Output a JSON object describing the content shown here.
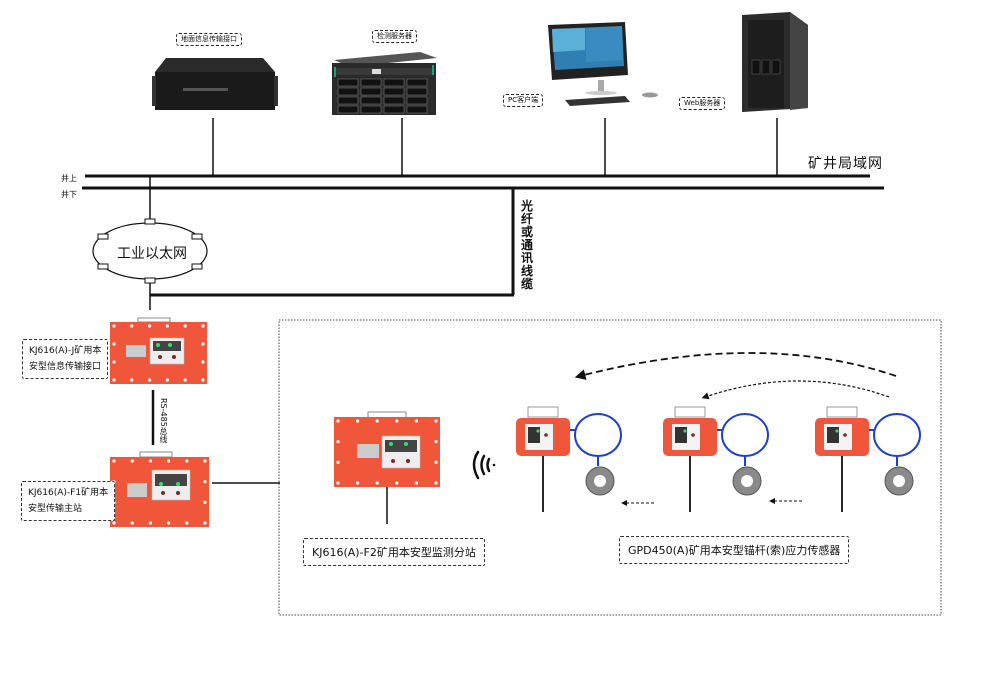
{
  "surface": {
    "devices": {
      "ground_interface": {
        "label": "地面信息传输接口"
      },
      "monitor_server": {
        "label": "检测服务器"
      },
      "pc_client": {
        "label": "PC客户端"
      },
      "web_server": {
        "label": "Web服务器"
      }
    },
    "network_label": "矿井局域网",
    "above_ground": "井上",
    "below_ground": "井下"
  },
  "underground": {
    "ethernet_ring": {
      "label": "工业以太网"
    },
    "fiber_label": "光纤或通讯线缆",
    "rs485_label": "RS-485总线",
    "interface_device": {
      "label_line1": "KJ616(A)-J矿用本",
      "label_line2": "安型信息传输接口"
    },
    "main_station": {
      "label_line1": "KJ616(A)-F1矿用本",
      "label_line2": "安型传输主站"
    },
    "substation": {
      "label": "KJ616(A)-F2矿用本安型监测分站"
    },
    "sensors": {
      "label": "GPD450(A)矿用本安型锚杆(索)应力传感器",
      "count": 3
    }
  },
  "colors": {
    "device_orange": "#f0573a",
    "cable_blue": "#1f3fd1",
    "line_black": "#111111"
  }
}
